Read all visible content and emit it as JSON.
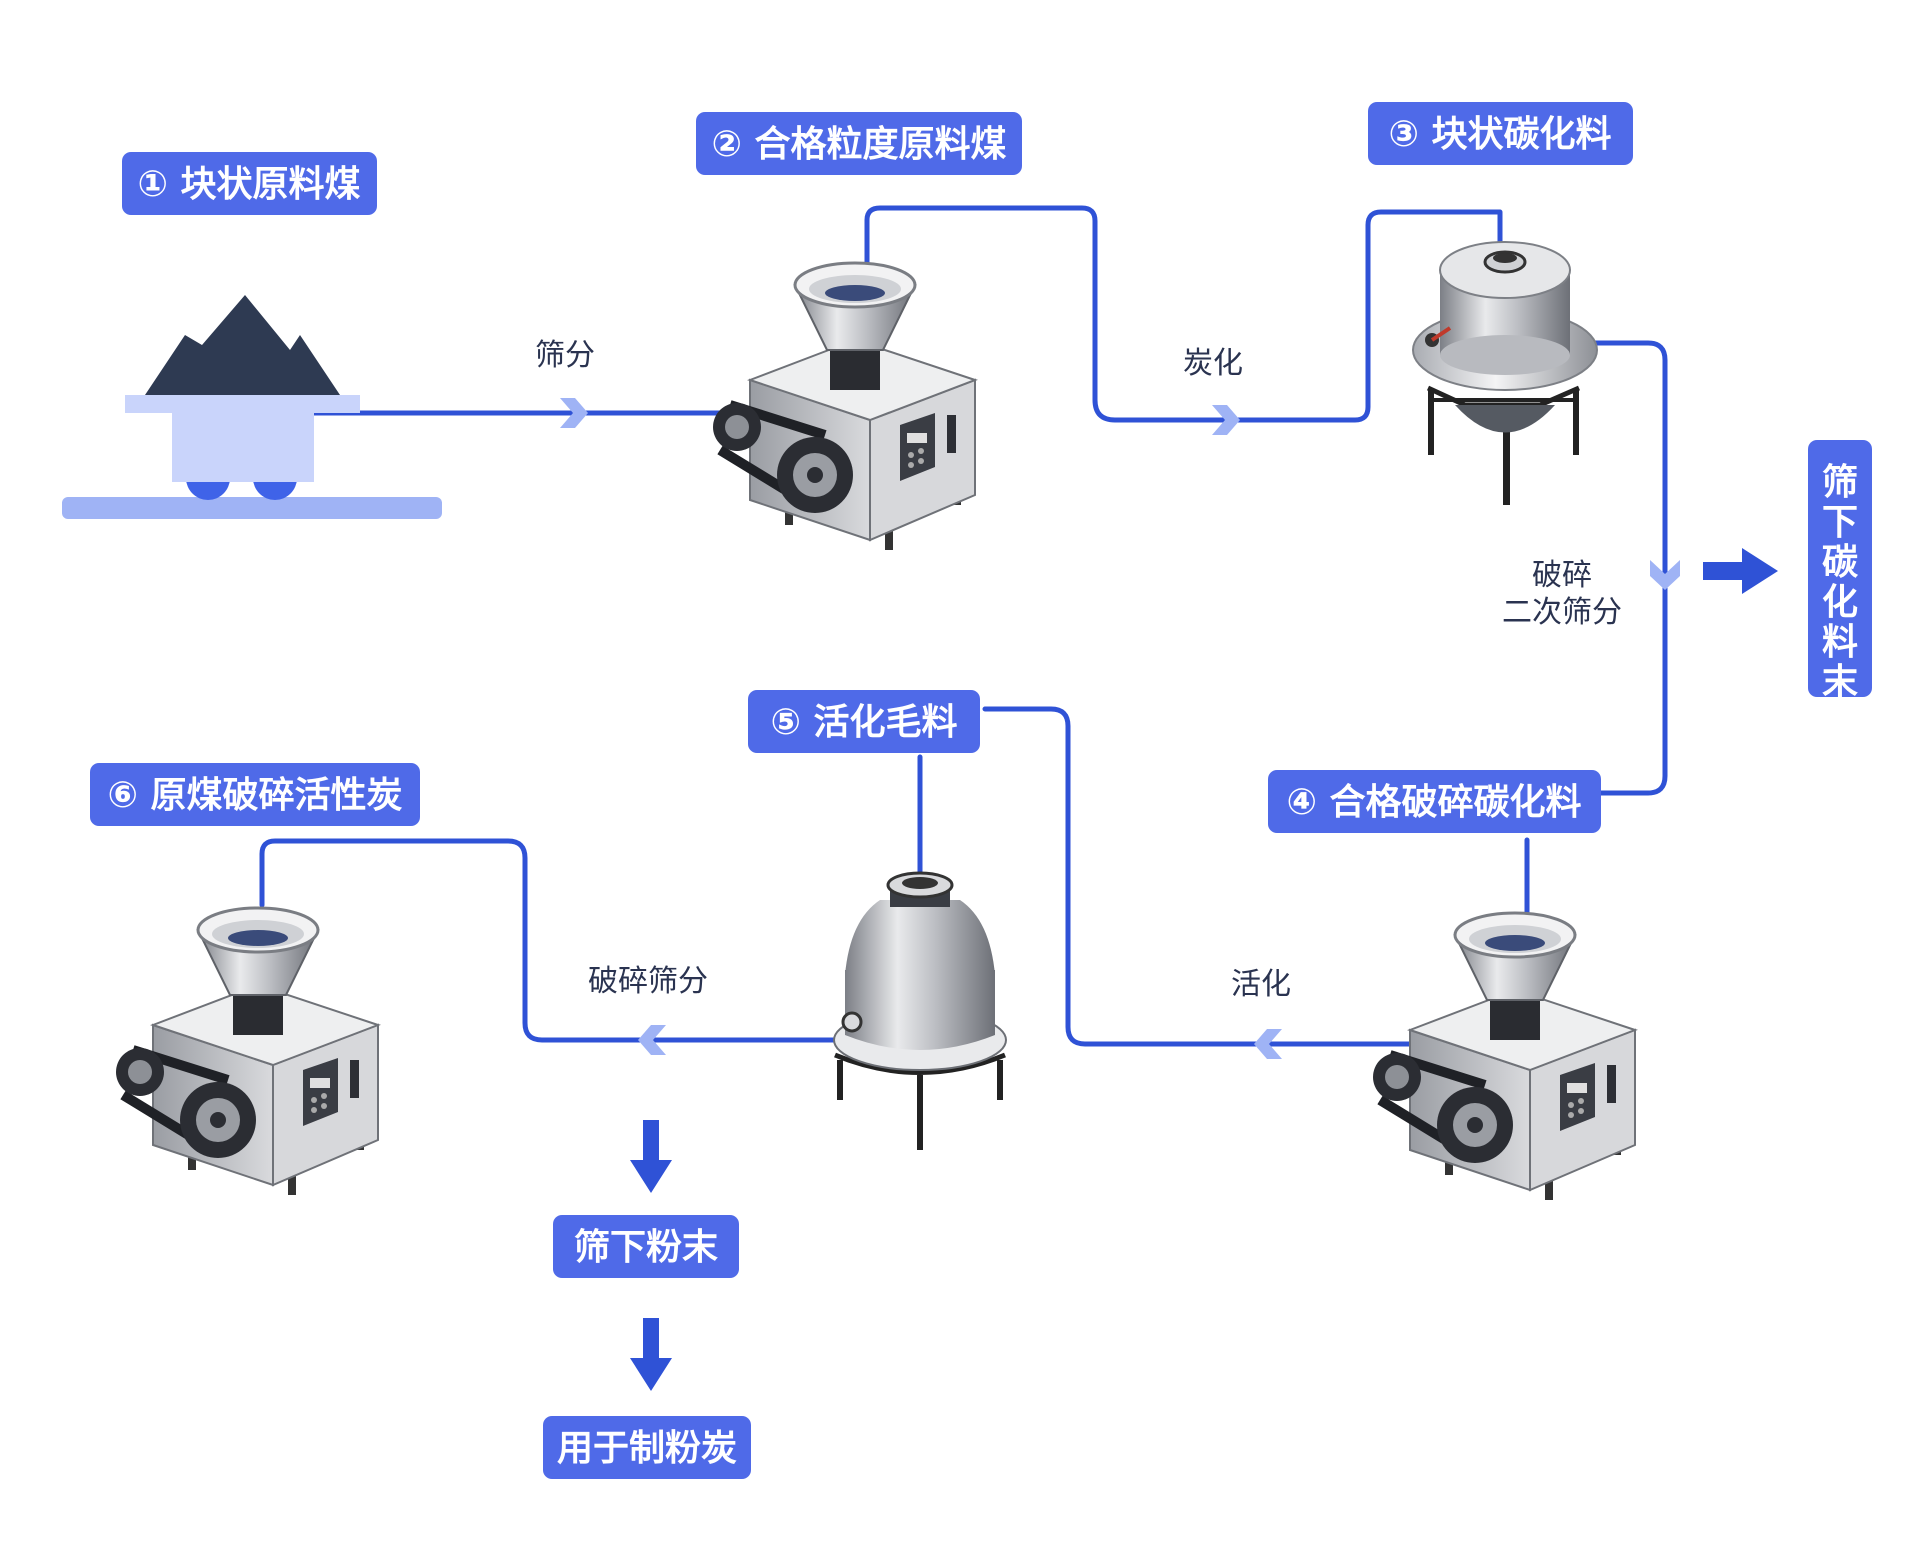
{
  "labels": {
    "n1": "① 块状原料煤",
    "n2": "② 合格粒度原料煤",
    "n3": "③ 块状碳化料",
    "n4": "④ 合格破碎碳化料",
    "n5": "⑤ 活化毛料",
    "n6": "⑥ 原煤破碎活性炭",
    "side": [
      "筛",
      "下",
      "碳",
      "化",
      "料",
      "末"
    ],
    "fines": "筛下粉末",
    "use": "用于制粉炭"
  },
  "steps": {
    "s1": "筛分",
    "s2": "炭化",
    "s3": [
      "破碎",
      "二次筛分"
    ],
    "s4": "活化",
    "s5": "破碎筛分"
  },
  "colors": {
    "label_bg": "#4f6ae8",
    "line": "#2f52d6",
    "chevron": "#9fb3f5",
    "arrow": "#2f52d6",
    "coal": "#2e3a52",
    "cart": "#c9d4fb",
    "rail": "#9fb3f5",
    "wheel": "#3f63e8"
  }
}
